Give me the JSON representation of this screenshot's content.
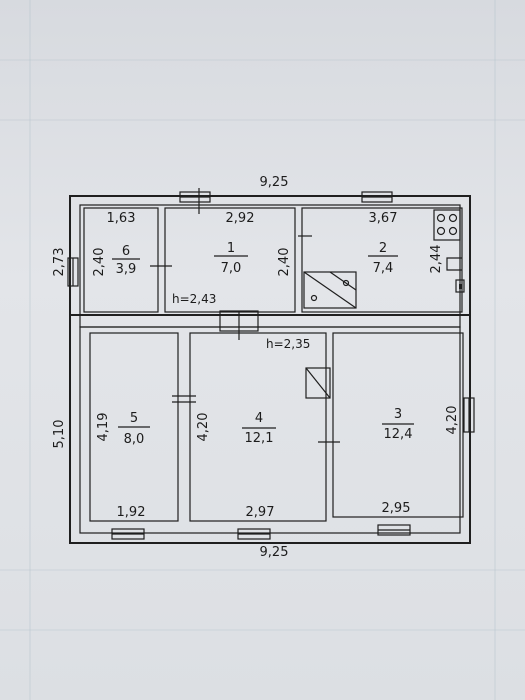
{
  "dimensions": {
    "top_total": "9,25",
    "bottom_total": "9,25",
    "left_upper_height": "2,73",
    "left_lower_height": "5,10",
    "right_lower_height": "4,20"
  },
  "rooms": {
    "r6": {
      "number": "6",
      "area": "3,9",
      "width": "1,63",
      "height": "2,40"
    },
    "r1": {
      "number": "1",
      "area": "7,0",
      "width": "2,92",
      "height": "2,40",
      "ceiling": "h=2,43"
    },
    "r2": {
      "number": "2",
      "area": "7,4",
      "width": "3,67",
      "height": "2,44"
    },
    "r5": {
      "number": "5",
      "area": "8,0",
      "width": "1,92",
      "height": "4,19"
    },
    "r4": {
      "number": "4",
      "area": "12,1",
      "width": "2,97",
      "height": "4,20",
      "ceiling": "h=2,35"
    },
    "r3": {
      "number": "3",
      "area": "12,4",
      "width": "2,95"
    }
  }
}
